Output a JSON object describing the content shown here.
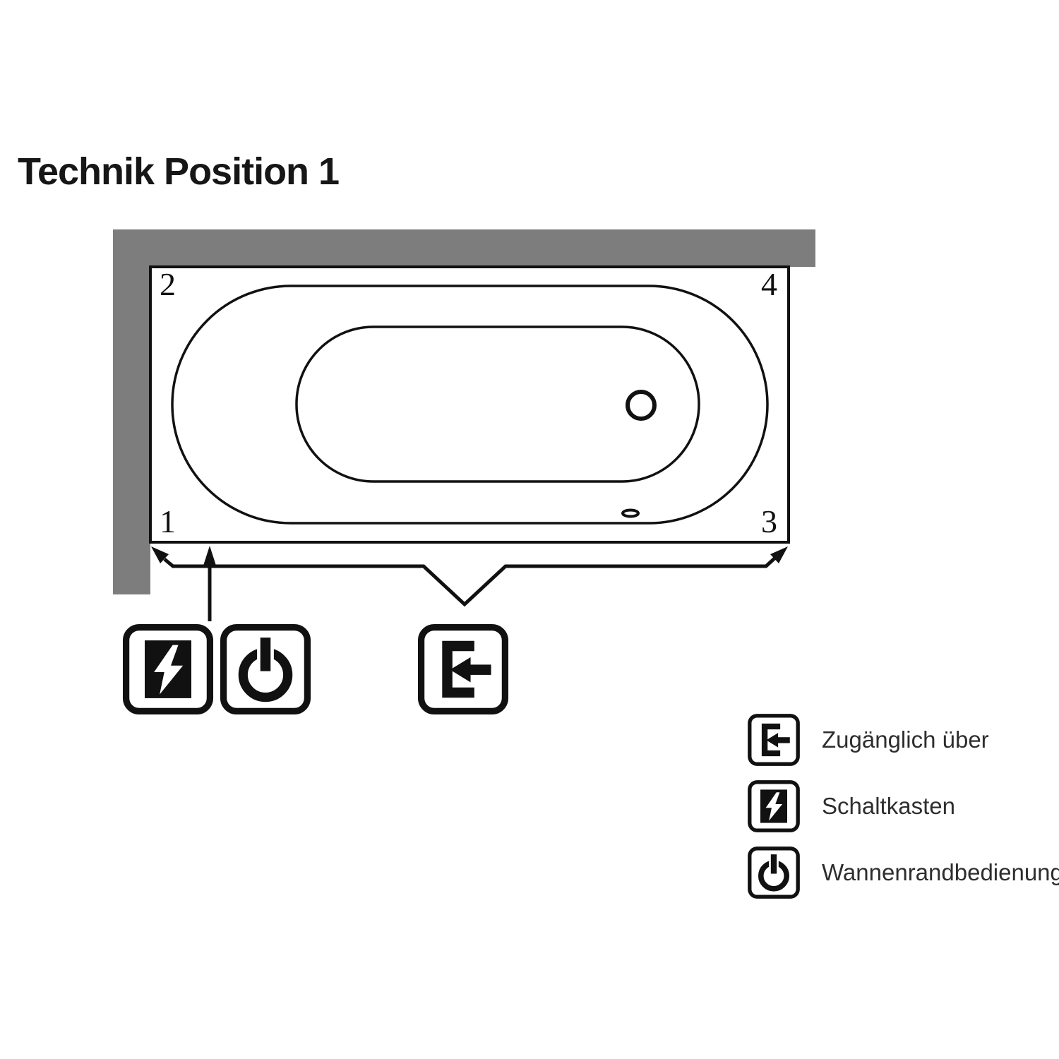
{
  "title": "Technik Position 1",
  "diagram": {
    "corner_labels": {
      "top_left": "2",
      "top_right": "4",
      "bottom_left": "1",
      "bottom_right": "3"
    },
    "icons": {
      "switchbox": "schaltkasten-icon",
      "power": "wannenrandbedienung-icon",
      "access": "zugaenglich-icon"
    }
  },
  "colors": {
    "wall": "#7d7d7d",
    "line": "#111111"
  },
  "legend": {
    "items": [
      {
        "icon": "access-panel-icon",
        "label": "Zugänglich über"
      },
      {
        "icon": "switchbox-icon",
        "label": "Schaltkasten"
      },
      {
        "icon": "power-icon",
        "label": "Wannenrandbedienung"
      }
    ]
  }
}
